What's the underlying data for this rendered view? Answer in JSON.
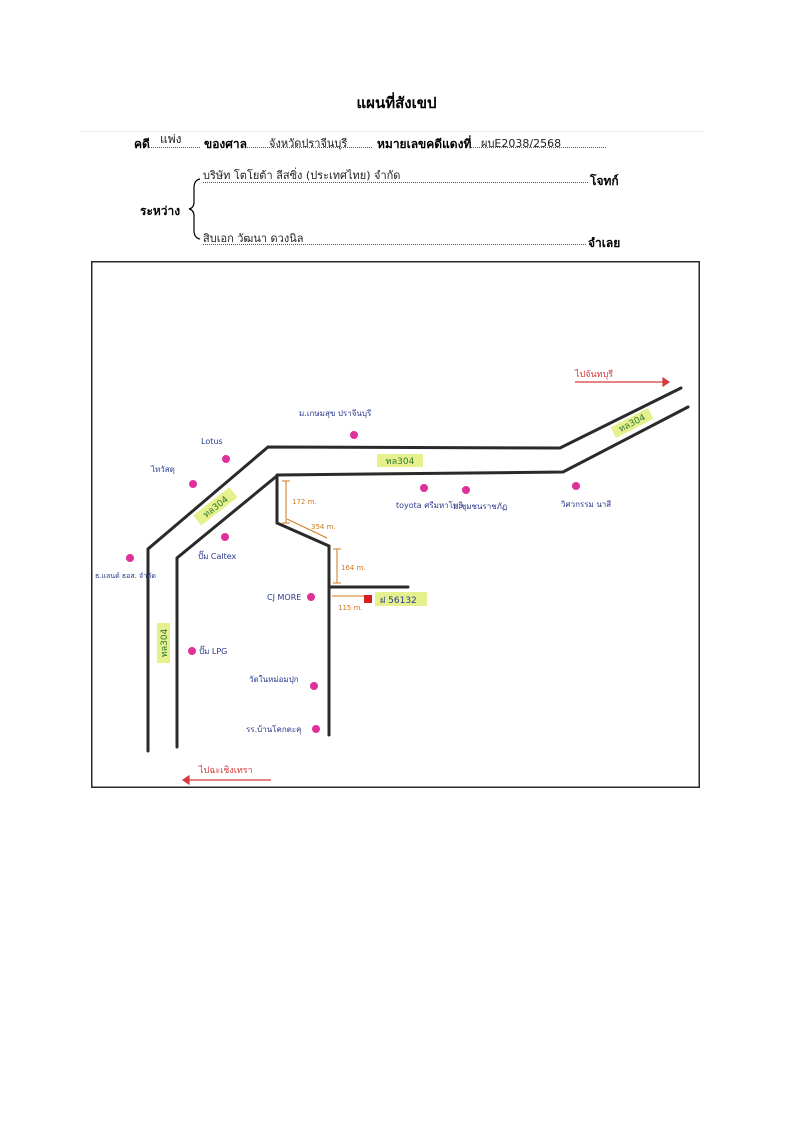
{
  "header": {
    "title": "แผนที่สังเขป",
    "case_label": "คดี",
    "case_type": "แพ่ง",
    "court_label": "ของศาล",
    "court_name": "จังหวัดปราจีนบุรี",
    "red_no_label": "หมายเลขคดีแดงที่",
    "red_no": "ผบE2038/2568",
    "between_label": "ระหว่าง",
    "plaintiff": "บริษัท โตโยต้า ลีสซิ่ง (ประเทศไทย) จำกัด",
    "plaintiff_role": "โจทก์",
    "defendant": "สิบเอก วัฒนา ดวงนิล",
    "defendant_role": "จำเลย"
  },
  "map": {
    "colors": {
      "road": "#2a2a2a",
      "poi": "#e0309a",
      "label": "#2b3a8c",
      "road_label": "#2f7a34",
      "highlight": "#e6f08c",
      "distance": "#d07a1e",
      "direction": "#d43a3a",
      "target": "#d42020"
    },
    "directions": [
      {
        "id": "to-chanthaburi",
        "text": "ไปจันทบุรี"
      },
      {
        "id": "to-chachoengsao",
        "text": "ไปฉะเชิงเทรา"
      }
    ],
    "road_labels": [
      {
        "id": "ne",
        "text": "ทล304"
      },
      {
        "id": "mid",
        "text": "ทล304"
      },
      {
        "id": "diag",
        "text": "ทล304"
      },
      {
        "id": "left",
        "text": "ทล304"
      }
    ],
    "pois": [
      {
        "id": "housing",
        "text": "ม.เกษมสุข ปราจีนบุรี"
      },
      {
        "id": "lotus",
        "text": "Lotus"
      },
      {
        "id": "thaiwatsadu",
        "text": "ไทวัสดุ"
      },
      {
        "id": "caltex",
        "text": "ปั๊ม Caltex"
      },
      {
        "id": "bank",
        "text": "ธ.แลนด์ ธอส. จำกัด"
      },
      {
        "id": "toyota",
        "text": "toyota ศรีมหาโพธิ"
      },
      {
        "id": "univ",
        "text": "ม.ชุมชนราชภัฏ"
      },
      {
        "id": "engineer",
        "text": "วิศวกรรม นาสี"
      },
      {
        "id": "cjmore",
        "text": "CJ MORE"
      },
      {
        "id": "lpg",
        "text": "ปั๊ม LPG"
      },
      {
        "id": "temple",
        "text": "วัดในหม่อมปุก"
      },
      {
        "id": "school",
        "text": "รร.บ้านโคกตะคุ"
      }
    ],
    "distances": [
      "172 m.",
      "354 m.",
      "164 m.",
      "115 m."
    ],
    "target": {
      "text": "ฝ 56132"
    }
  }
}
